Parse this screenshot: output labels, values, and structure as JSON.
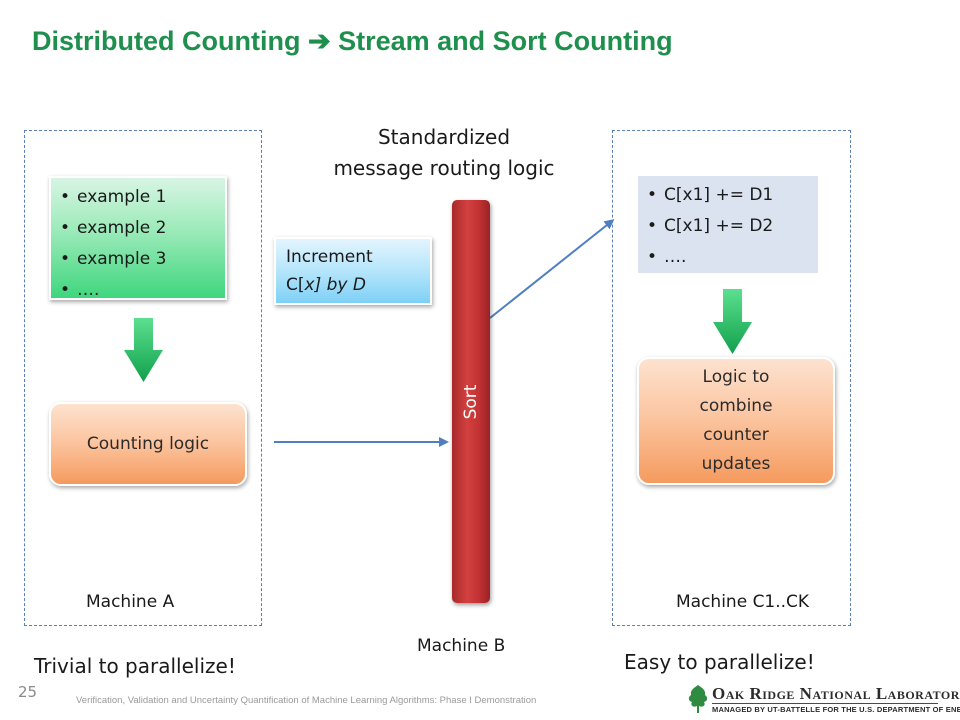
{
  "slide": {
    "title": "Distributed Counting ➔ Stream and Sort Counting",
    "page_number": "25",
    "footer": "Verification, Validation and Uncertainty Quantification of Machine Learning Algorithms: Phase I Demonstration"
  },
  "machine_a": {
    "label": "Machine A",
    "examples": [
      "example 1",
      "example 2",
      "example 3",
      "…."
    ],
    "counting_logic": "Counting logic",
    "note": "Trivial to parallelize!"
  },
  "machine_b": {
    "routing_title_line1": "Standardized",
    "routing_title_line2": "message routing logic",
    "message_line1": "Increment",
    "message_line2_plain": "C[",
    "message_line2_italic": "x] by D",
    "sort_label": "Sort",
    "label": "Machine B"
  },
  "machine_c": {
    "label": "Machine C1..CK",
    "updates": [
      "C[x1] += D1",
      "C[x1] += D2",
      "…."
    ],
    "combine_line1": "Logic to",
    "combine_line2": "combine",
    "combine_line3": "counter",
    "combine_line4": "updates",
    "note": "Easy to parallelize!"
  },
  "logo": {
    "name": "Oak Ridge National Laboratory",
    "subtitle": "MANAGED BY UT-BATTELLE FOR THE U.S. DEPARTMENT OF ENERGY"
  },
  "colors": {
    "title": "#1f8f4e",
    "arrow_blue": "#4f7fc0",
    "sort_red": "#c33234",
    "down_arrow_green": "#1db25a"
  }
}
